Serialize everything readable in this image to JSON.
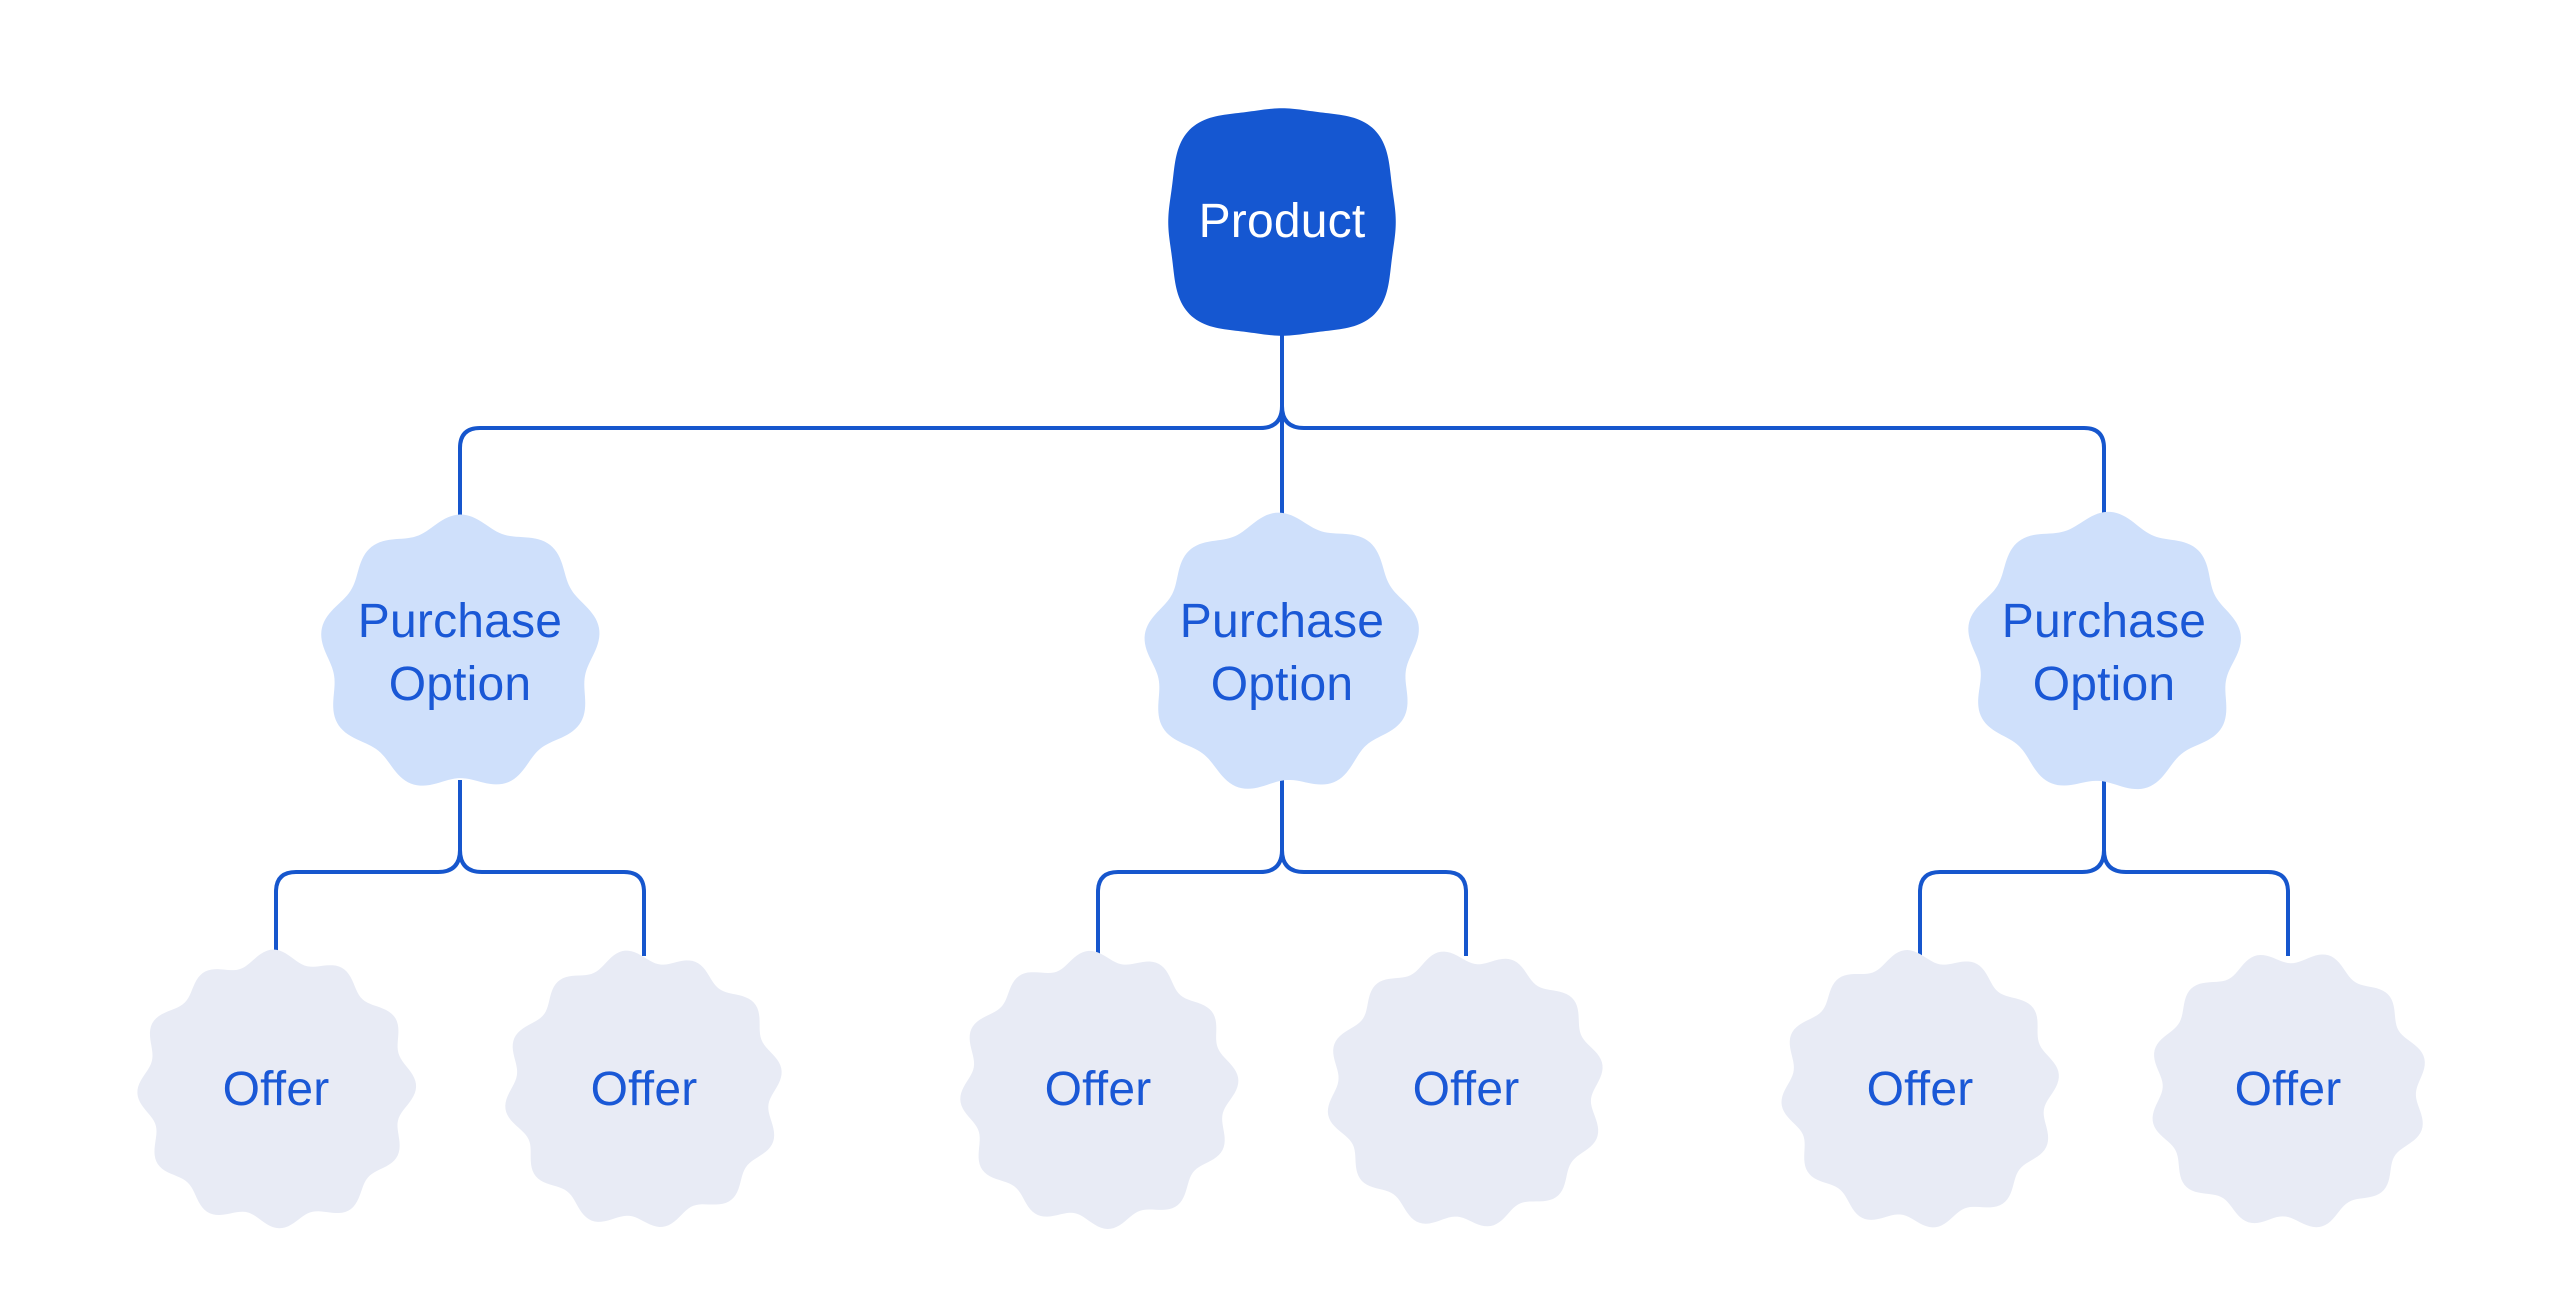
{
  "colors": {
    "background": "#ffffff",
    "connector": "#1656cd",
    "product_fill": "#1557d1",
    "product_text": "#ffffff",
    "purchase_fill": "#cfe0fb",
    "offer_fill": "#e8ebf5",
    "label_text": "#1a58d6"
  },
  "tree": {
    "root": {
      "label": "Product"
    },
    "purchase_options": [
      {
        "lines": [
          "Purchase",
          "Option"
        ],
        "offers": [
          {
            "label": "Offer"
          },
          {
            "label": "Offer"
          }
        ]
      },
      {
        "lines": [
          "Purchase",
          "Option"
        ],
        "offers": [
          {
            "label": "Offer"
          },
          {
            "label": "Offer"
          }
        ]
      },
      {
        "lines": [
          "Purchase",
          "Option"
        ],
        "offers": [
          {
            "label": "Offer"
          },
          {
            "label": "Offer"
          }
        ]
      }
    ]
  }
}
